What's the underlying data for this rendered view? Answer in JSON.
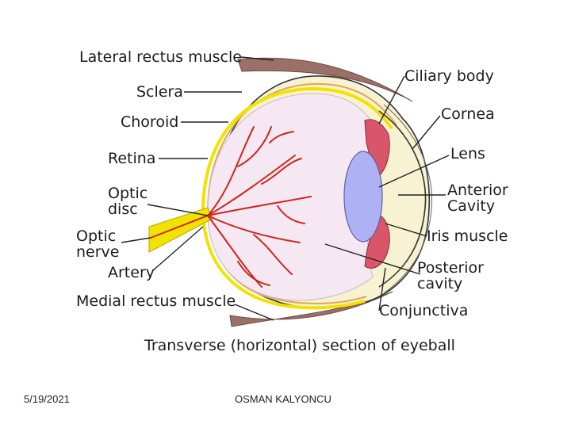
{
  "labels": {
    "lateral_rectus": "Lateral rectus muscle",
    "sclera": "Sclera",
    "choroid": "Choroid",
    "retina": "Retina",
    "optic_disc_1": "Optic",
    "optic_disc_2": "disc",
    "optic_nerve_1": "Optic",
    "optic_nerve_2": "nerve",
    "artery": "Artery",
    "medial_rectus": "Medial rectus muscle",
    "ciliary_body": "Ciliary body",
    "cornea": "Cornea",
    "lens": "Lens",
    "anterior_cavity_1": "Anterior",
    "anterior_cavity_2": "Cavity",
    "iris_muscle": "Iris muscle",
    "posterior_cavity_1": "Posterior",
    "posterior_cavity_2": "cavity",
    "conjunctiva": "Conjunctiva"
  },
  "caption": "Transverse (horizontal) section of eyeball",
  "footer": {
    "date": "5/19/2021",
    "author": "OSMAN KALYONCU"
  },
  "colors": {
    "vitreous": "#f6e8f3",
    "sclera_band": "#f7f2d2",
    "retina_yellow": "#f2e200",
    "vessel": "#c8281e",
    "lens": "#aeb2f4",
    "muscle": "#9a7068",
    "ciliary": "#d9566a"
  }
}
